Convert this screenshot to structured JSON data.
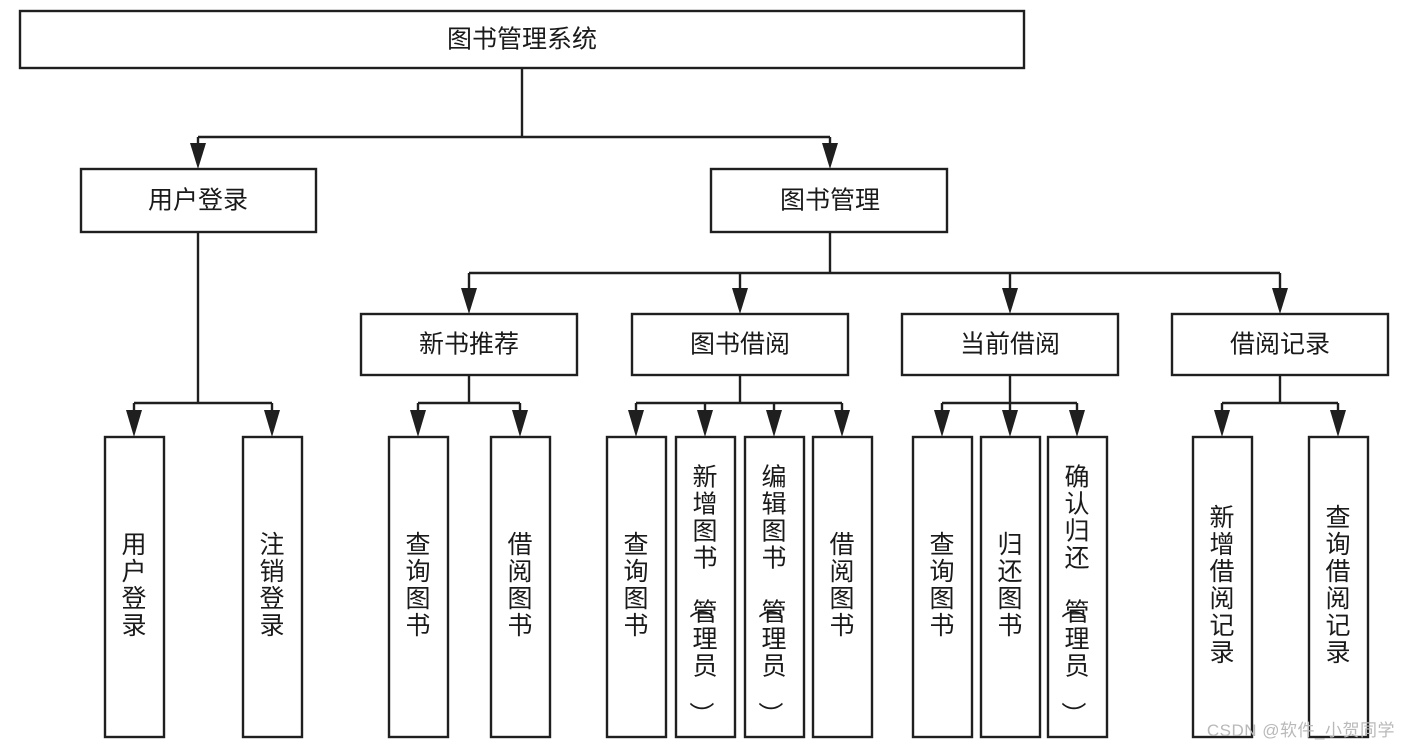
{
  "diagram": {
    "type": "tree-hierarchy-chart",
    "title": "图书管理系统",
    "watermark": "CSDN @软件_小贺同学",
    "colors": {
      "box_fill": "#ffffff",
      "box_stroke": "#1f1f1f",
      "text": "#1a1a1a",
      "background": "#ffffff",
      "watermark": "#b9b9b9"
    },
    "levels": {
      "level1": [
        {
          "id": "root",
          "label": "图书管理系统",
          "orientation": "horizontal"
        }
      ],
      "level2": [
        {
          "id": "user-login",
          "label": "用户登录",
          "orientation": "horizontal"
        },
        {
          "id": "book-manage",
          "label": "图书管理",
          "orientation": "horizontal"
        }
      ],
      "level3": [
        {
          "id": "new-book-recommend",
          "label": "新书推荐",
          "orientation": "horizontal"
        },
        {
          "id": "book-borrow",
          "label": "图书借阅",
          "orientation": "horizontal"
        },
        {
          "id": "current-borrow",
          "label": "当前借阅",
          "orientation": "horizontal"
        },
        {
          "id": "borrow-record",
          "label": "借阅记录",
          "orientation": "horizontal"
        }
      ],
      "level4": [
        {
          "id": "leaf-user-login",
          "label": "用户登录",
          "orientation": "vertical",
          "parent": "user-login"
        },
        {
          "id": "leaf-logout-login",
          "label": "注销登录",
          "orientation": "vertical",
          "parent": "user-login"
        },
        {
          "id": "leaf-query-book-1",
          "label": "查询图书",
          "orientation": "vertical",
          "parent": "new-book-recommend"
        },
        {
          "id": "leaf-borrow-book-1",
          "label": "借阅图书",
          "orientation": "vertical",
          "parent": "new-book-recommend"
        },
        {
          "id": "leaf-query-book-2",
          "label": "查询图书",
          "orientation": "vertical",
          "parent": "book-borrow"
        },
        {
          "id": "leaf-add-book",
          "label": "新增图书（管理员）",
          "orientation": "vertical",
          "parent": "book-borrow"
        },
        {
          "id": "leaf-edit-book",
          "label": "编辑图书（管理员）",
          "orientation": "vertical",
          "parent": "book-borrow"
        },
        {
          "id": "leaf-borrow-book-2",
          "label": "借阅图书",
          "orientation": "vertical",
          "parent": "book-borrow"
        },
        {
          "id": "leaf-query-book-3",
          "label": "查询图书",
          "orientation": "vertical",
          "parent": "current-borrow"
        },
        {
          "id": "leaf-return-book",
          "label": "归还图书",
          "orientation": "vertical",
          "parent": "current-borrow"
        },
        {
          "id": "leaf-confirm-return",
          "label": "确认归还（管理员）",
          "orientation": "vertical",
          "parent": "current-borrow"
        },
        {
          "id": "leaf-add-record",
          "label": "新增借阅记录",
          "orientation": "vertical",
          "parent": "borrow-record"
        },
        {
          "id": "leaf-query-record",
          "label": "查询借阅记录",
          "orientation": "vertical",
          "parent": "borrow-record"
        }
      ]
    }
  }
}
